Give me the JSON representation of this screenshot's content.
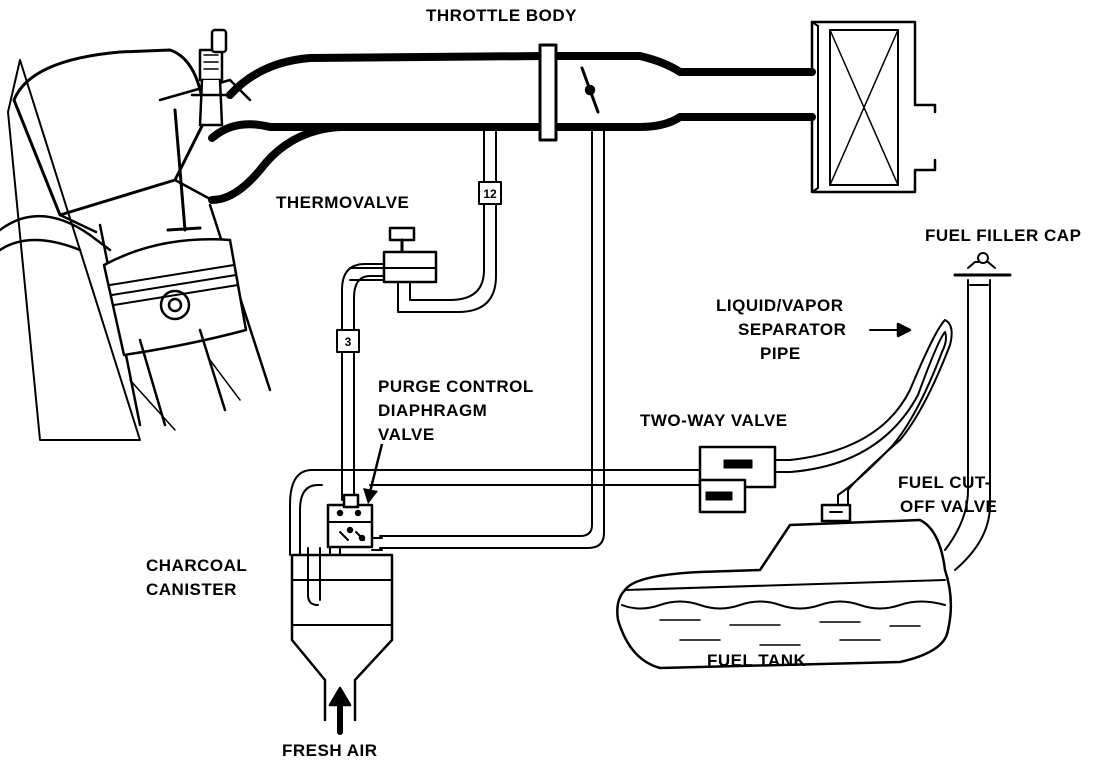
{
  "labels": {
    "throttle_body": "THROTTLE BODY",
    "thermovalve": "THERMOVALVE",
    "fuel_filler_cap": "FUEL FILLER CAP",
    "separator_1": "LIQUID/VAPOR",
    "separator_2": "SEPARATOR",
    "separator_3": "PIPE",
    "purge_1": "PURGE CONTROL",
    "purge_2": "DIAPHRAGM",
    "purge_3": "VALVE",
    "two_way_valve": "TWO-WAY VALVE",
    "fuel_cutoff_1": "FUEL CUT-",
    "fuel_cutoff_2": "OFF VALVE",
    "canister_1": "CHARCOAL",
    "canister_2": "CANISTER",
    "fuel_tank": "FUEL TANK",
    "fresh_air": "FRESH AIR"
  },
  "hose_tags": {
    "hose_12": "12",
    "hose_3": "3"
  }
}
